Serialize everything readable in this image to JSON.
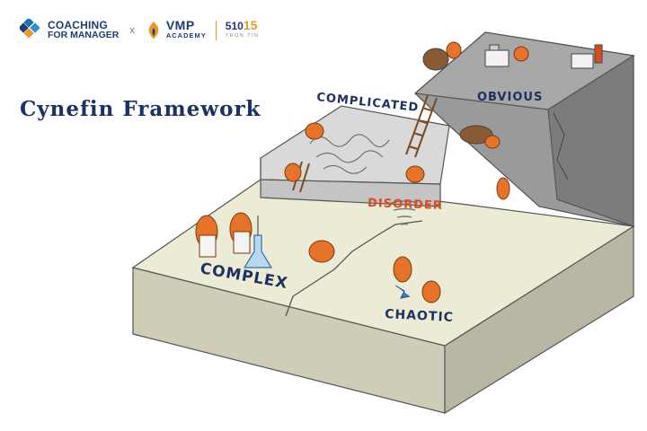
{
  "header": {
    "coaching_line1": "COACHING",
    "coaching_line2": "FOR MANAGER",
    "separator": "x",
    "vmp_line1": "VMP",
    "vmp_line2": "ACADEMY",
    "brand_number_a": "5",
    "brand_number_b": "10",
    "brand_number_c": "15",
    "brand_subtext": "TRỌN TÌN"
  },
  "title": "Cynefin Framework",
  "domains": {
    "complicated": "COMPLICATED",
    "obvious": "OBVIOUS",
    "disorder": "DISORDER",
    "complex": "COMPLEX",
    "chaotic": "CHAOTIC"
  },
  "colors": {
    "navy": "#1d3263",
    "orange": "#e5742a",
    "disorder_red": "#d94a1e",
    "floor": "#ecebd6",
    "wall": "#d6d3c0",
    "gray_top": "#a8a8a8",
    "gray_side": "#7c7c7c",
    "gray_front": "#cfcfcf"
  },
  "icons": [
    "creature-icon",
    "ladder-icon",
    "cliff-icon",
    "flask-icon",
    "tornado-icon",
    "sack-icon",
    "machine-icon"
  ]
}
